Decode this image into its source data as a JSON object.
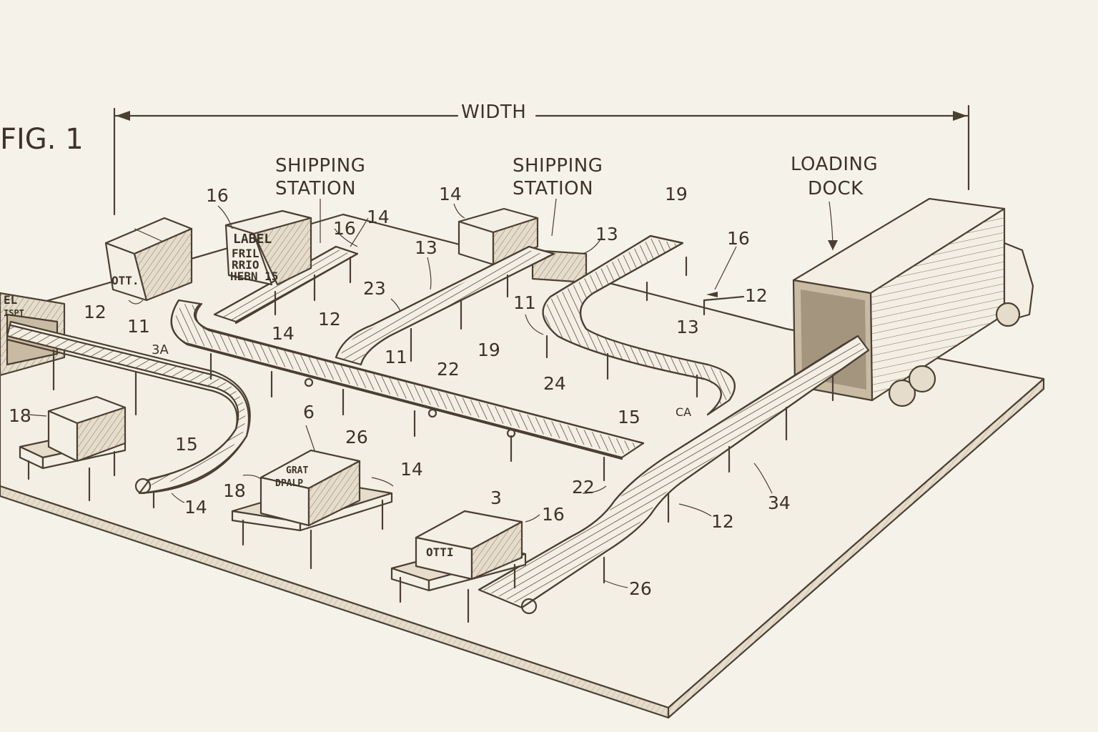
{
  "figure": {
    "id": "FIG. 1",
    "dimension_label": "WIDTH"
  },
  "stations": {
    "shipping_station_left": [
      "SHIPPING",
      "STATION"
    ],
    "shipping_station_right": [
      "SHIPPING",
      "STATION"
    ],
    "loading_dock": [
      "LOADING",
      "DOCK"
    ]
  },
  "box_text": {
    "box_11": "OTT.",
    "label_box_title": "LABEL",
    "label_box_lines": [
      "FRIL",
      "RRIO",
      "HEBN 15"
    ],
    "box_18_center": [
      "GRAT",
      "DPALP"
    ],
    "box_3": "OTTI",
    "left_station": [
      "EL",
      "ISPT"
    ]
  },
  "callouts": [
    {
      "id": "c1",
      "text": "16"
    },
    {
      "id": "c2",
      "text": "14"
    },
    {
      "id": "c3",
      "text": "16"
    },
    {
      "id": "c4",
      "text": "14"
    },
    {
      "id": "c5",
      "text": "13"
    },
    {
      "id": "c6",
      "text": "13"
    },
    {
      "id": "c7",
      "text": "19"
    },
    {
      "id": "c8",
      "text": "16"
    },
    {
      "id": "c9",
      "text": "12"
    },
    {
      "id": "c10",
      "text": "11"
    },
    {
      "id": "c11",
      "text": "12"
    },
    {
      "id": "c12",
      "text": "3A"
    },
    {
      "id": "c13",
      "text": "14"
    },
    {
      "id": "c14",
      "text": "12"
    },
    {
      "id": "c15",
      "text": "23"
    },
    {
      "id": "c16",
      "text": "11"
    },
    {
      "id": "c17",
      "text": "11"
    },
    {
      "id": "c18",
      "text": "13"
    },
    {
      "id": "c19",
      "text": "22"
    },
    {
      "id": "c20",
      "text": "19"
    },
    {
      "id": "c21",
      "text": "24"
    },
    {
      "id": "c22",
      "text": "15"
    },
    {
      "id": "c23",
      "text": "CA"
    },
    {
      "id": "c24",
      "text": "18"
    },
    {
      "id": "c25",
      "text": "15"
    },
    {
      "id": "c26",
      "text": "6"
    },
    {
      "id": "c27",
      "text": "26"
    },
    {
      "id": "c28",
      "text": "14"
    },
    {
      "id": "c29",
      "text": "18"
    },
    {
      "id": "c30",
      "text": "14"
    },
    {
      "id": "c31",
      "text": "22"
    },
    {
      "id": "c32",
      "text": "3"
    },
    {
      "id": "c33",
      "text": "16"
    },
    {
      "id": "c34",
      "text": "34"
    },
    {
      "id": "c35",
      "text": "12"
    },
    {
      "id": "c36",
      "text": "26"
    }
  ]
}
